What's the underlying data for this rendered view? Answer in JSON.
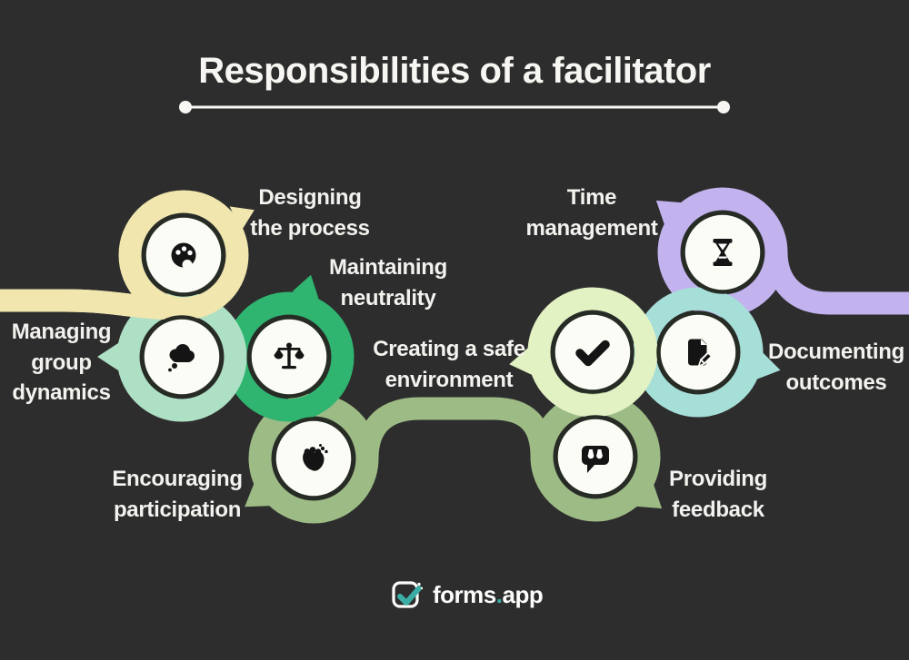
{
  "title": "Responsibilities of a facilitator",
  "nodes": {
    "managing": {
      "line1": "Managing",
      "line2": "group",
      "line3": "dynamics",
      "icon": "thought-cloud"
    },
    "designing": {
      "line1": "Designing",
      "line2": "the process",
      "icon": "paint-palette"
    },
    "maintaining": {
      "line1": "Maintaining",
      "line2": "neutrality",
      "icon": "balance-scales"
    },
    "encouraging": {
      "line1": "Encouraging",
      "line2": "participation",
      "icon": "clapping-hands"
    },
    "safe": {
      "line1": "Creating a safe",
      "line2": "environment",
      "icon": "checkmark"
    },
    "time": {
      "line1": "Time",
      "line2": "management",
      "icon": "hourglass"
    },
    "documenting": {
      "line1": "Documenting",
      "line2": "outcomes",
      "icon": "document-pencil"
    },
    "providing": {
      "line1": "Providing",
      "line2": "feedback",
      "icon": "quote-bubble"
    }
  },
  "colors": {
    "background": "#2d2d2d",
    "yellow": "#f0e6ae",
    "mint": "#aee0c5",
    "green": "#2fb570",
    "sage": "#9dbb85",
    "lime": "#e3f2c3",
    "teal": "#a6ded8",
    "purple": "#c2b3ee",
    "circle_fill": "#fcfcf7",
    "circle_ring": "#262b24",
    "icon_black": "#141414",
    "text": "#f3f2ee",
    "logo_teal": "#3aada5"
  },
  "logo": {
    "brand": "forms",
    "dot": ".",
    "suffix": "app"
  }
}
